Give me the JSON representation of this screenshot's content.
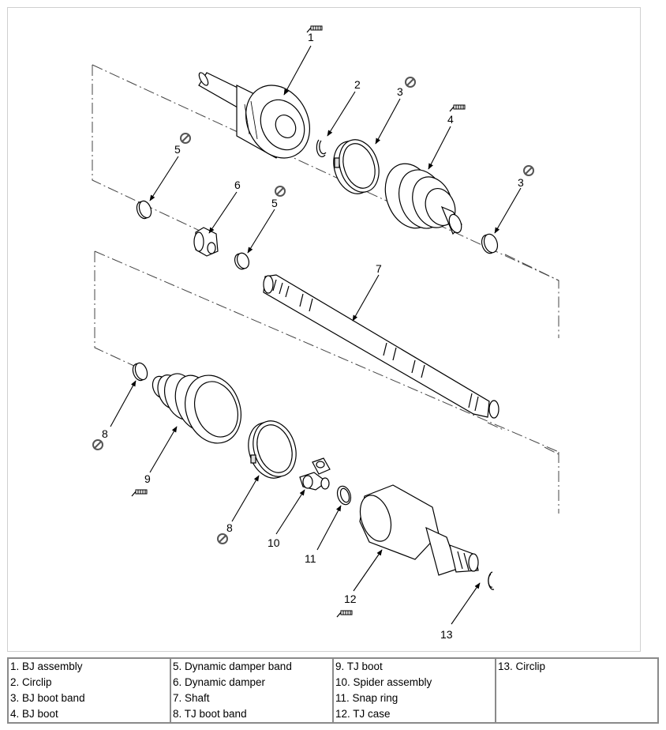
{
  "callouts": {
    "c1": "1",
    "c2": "2",
    "c3a": "3",
    "c3b": "3",
    "c4": "4",
    "c5a": "5",
    "c5b": "5",
    "c6": "6",
    "c7": "7",
    "c8a": "8",
    "c8b": "8",
    "c9": "9",
    "c10": "10",
    "c11": "11",
    "c12": "12",
    "c13": "13"
  },
  "legend": {
    "col1": [
      "1. BJ assembly",
      "2. Circlip",
      "3. BJ boot band",
      "4. BJ boot"
    ],
    "col2": [
      "5. Dynamic damper band",
      "6. Dynamic damper",
      "7. Shaft",
      "8. TJ boot band"
    ],
    "col3": [
      "9. TJ boot",
      "10. Spider assembly",
      "11. Snap ring",
      "12. TJ case"
    ],
    "col4": [
      "13. Circlip"
    ]
  },
  "icons": [
    "grease-icon",
    "replace-icon"
  ]
}
